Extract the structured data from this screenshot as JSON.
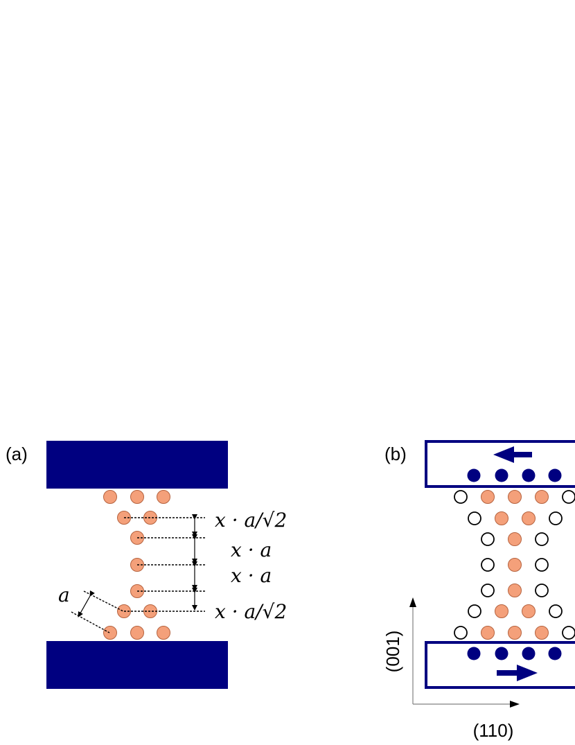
{
  "panel_a": {
    "label": "(a)",
    "lattice_constant_label": "a",
    "spacing_labels": [
      "x · a/√2",
      "x · a",
      "x · a",
      "x · a/√2"
    ]
  },
  "panel_b": {
    "label": "(b)",
    "axis_vertical": "(001)",
    "axis_horizontal": "(110)"
  },
  "colors": {
    "electrode": "#000080",
    "atom_fill": "#F4A07A",
    "atom_stroke": "#B5623E",
    "open_atom_stroke": "#000000",
    "line": "#000000"
  }
}
